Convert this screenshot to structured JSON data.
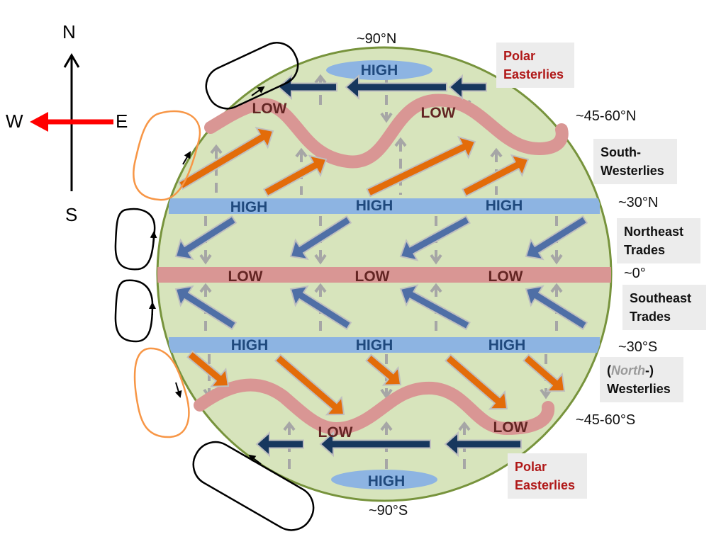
{
  "compass": {
    "north": "N",
    "south": "S",
    "west": "W",
    "east": "E"
  },
  "pressure": {
    "high": "HIGH",
    "low": "LOW"
  },
  "latitudes": {
    "n90": "~90°N",
    "n45": "~45-60°N",
    "n30": "~30°N",
    "eq": "~0°",
    "s30": "~30°S",
    "s45": "~45-60°S",
    "s90": "~90°S"
  },
  "winds": {
    "polar_n": [
      "Polar",
      "Easterlies"
    ],
    "southwesterlies": [
      "South-",
      "Westerlies"
    ],
    "ne_trades": [
      "Northeast",
      "Trades"
    ],
    "se_trades": [
      "Southeast",
      "Trades"
    ],
    "north_westerlies": {
      "open": "(",
      "italic": "North",
      "close": "-)",
      "line2": "Westerlies"
    },
    "polar_s": [
      "Polar",
      "Easterlies"
    ]
  },
  "colors": {
    "globe_fill": "#d7e4bc",
    "globe_stroke": "#77933c",
    "high_band": "#8db4e2",
    "low_band": "#d99694",
    "high_text": "#1f497d",
    "low_text": "#632523",
    "orange_arrow": "#e36c09",
    "blue_arrow": "#4f6fa6",
    "navy_arrow": "#17375e",
    "compass_west": "#ff0000",
    "cell_orange": "#f79646",
    "polar_label": "#b01818"
  }
}
